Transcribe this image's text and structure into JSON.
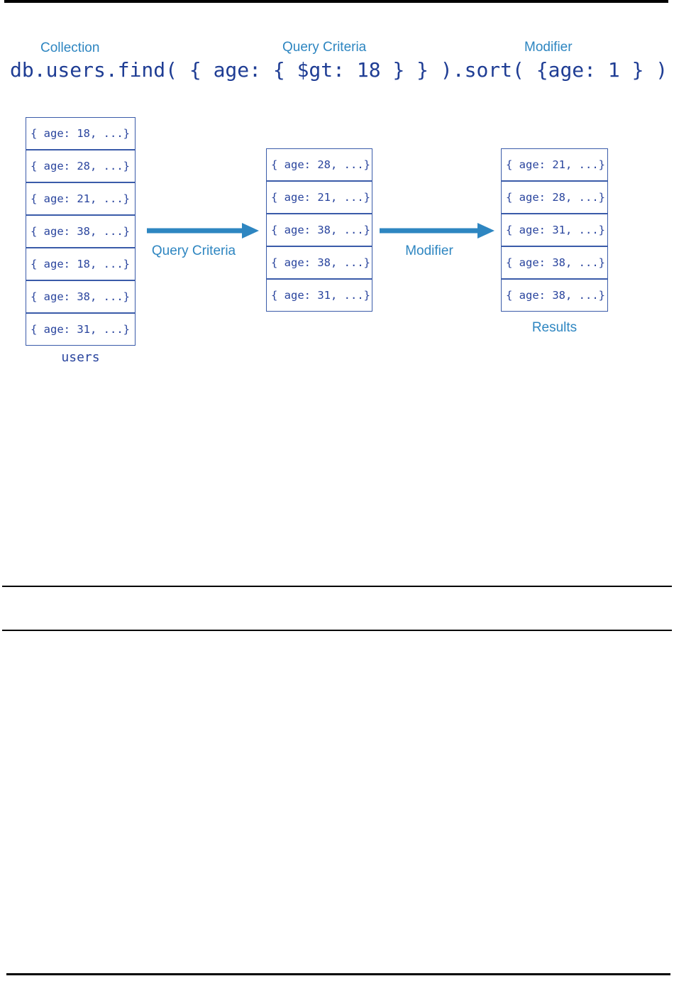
{
  "theme": {
    "accent": "#2e86c1",
    "code-blue": "#1f3d94",
    "box-text": "#2a459e",
    "box-border": "#3a5ba9",
    "rule": "#000000",
    "bg": "#ffffff"
  },
  "header": {
    "collection_label": "Collection",
    "query_criteria_label": "Query Criteria",
    "modifier_label": "Modifier",
    "code": "db.users.find( { age: { $gt: 18 } } ).sort( {age: 1 } )"
  },
  "pipeline": {
    "source": {
      "caption": "users",
      "docs": [
        "{ age: 18, ...}",
        "{ age: 28, ...}",
        "{ age: 21, ...}",
        "{ age: 38, ...}",
        "{ age: 18, ...}",
        "{ age: 38, ...}",
        "{ age: 31, ...}"
      ]
    },
    "arrow1_label": "Query Criteria",
    "filtered": {
      "docs": [
        "{ age: 28, ...}",
        "{ age: 21, ...}",
        "{ age: 38, ...}",
        "{ age: 38, ...}",
        "{ age: 31, ...}"
      ]
    },
    "arrow2_label": "Modifier",
    "results": {
      "caption": "Results",
      "docs": [
        "{ age: 21, ...}",
        "{ age: 28, ...}",
        "{ age: 31, ...}",
        "{ age: 38, ...}",
        "{ age: 38, ...}"
      ]
    }
  }
}
